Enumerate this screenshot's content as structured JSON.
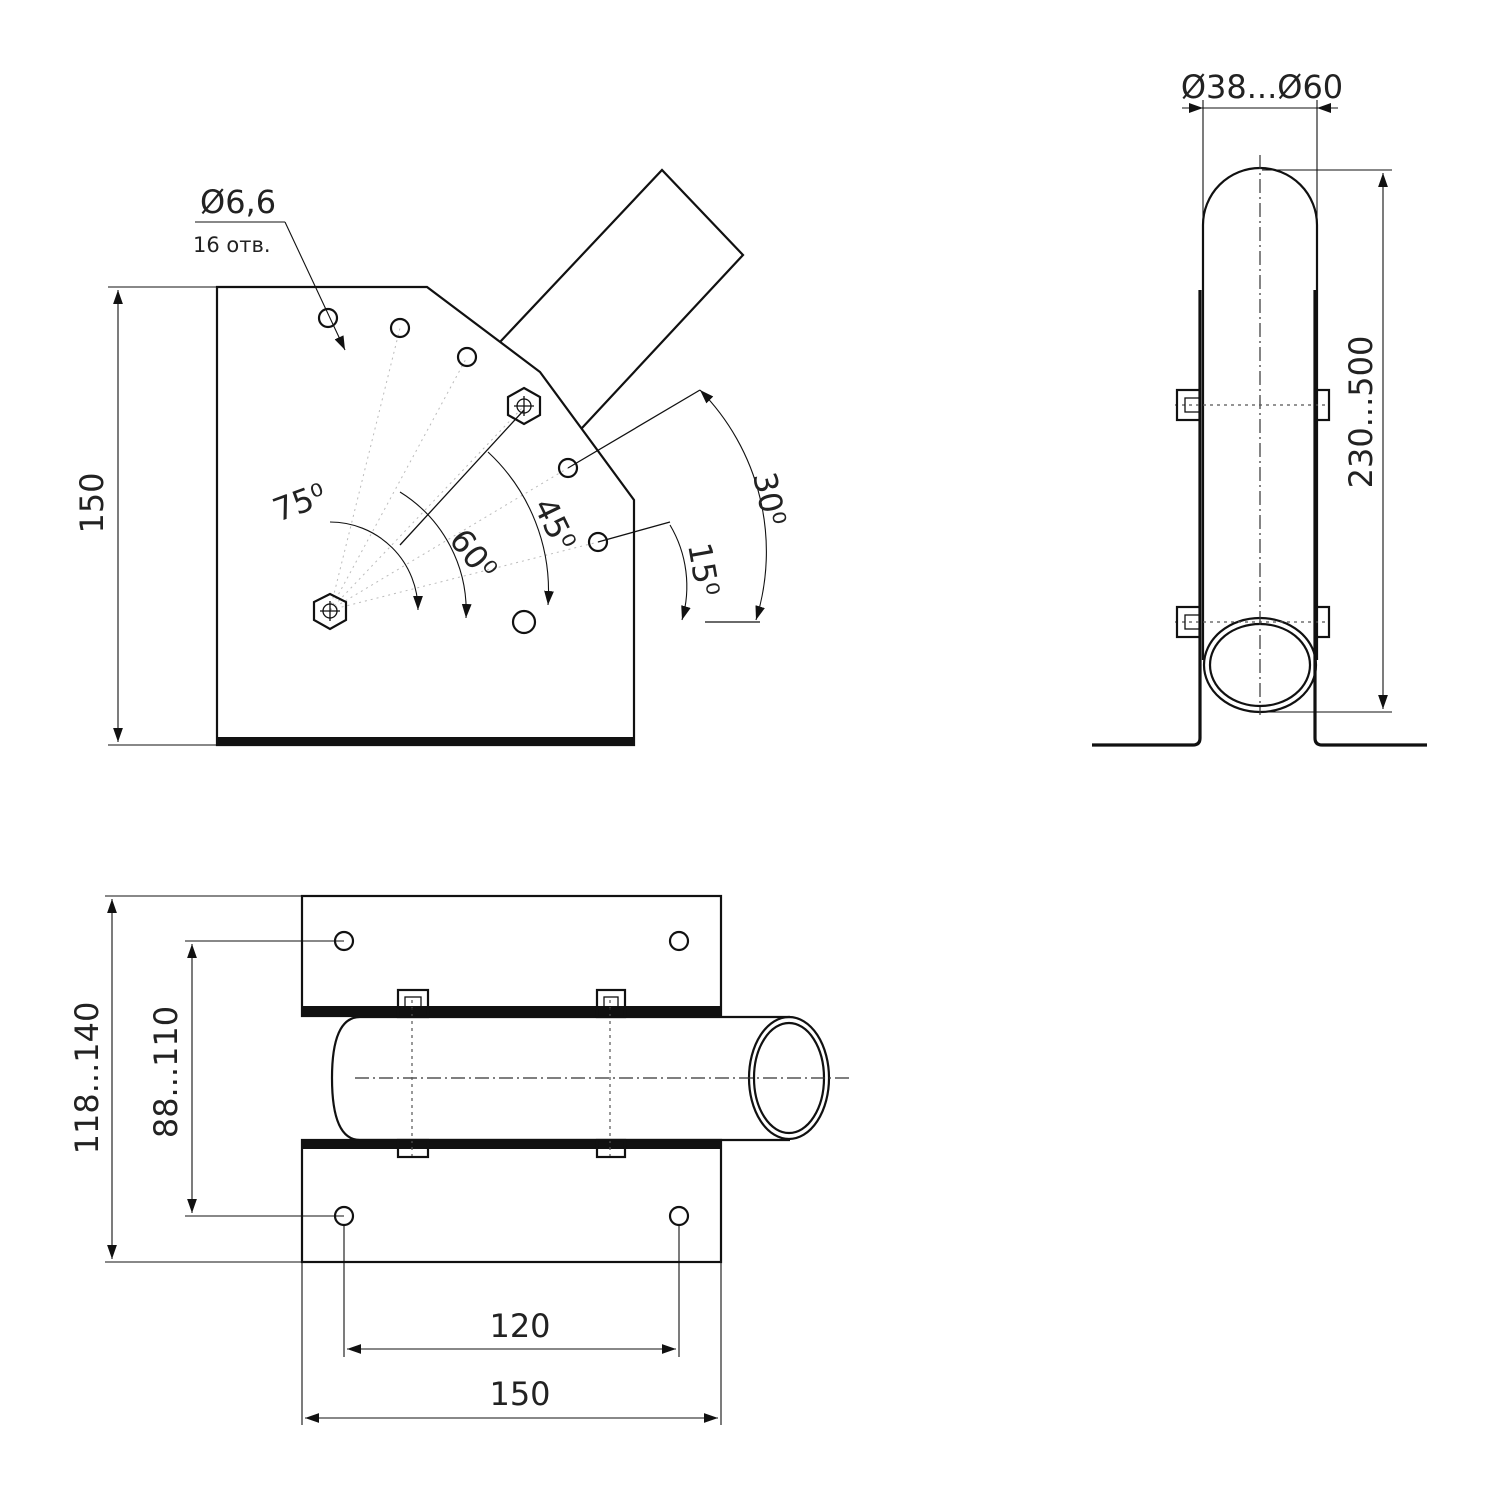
{
  "front_view": {
    "hole_diameter": "Ø6,6",
    "hole_count": "16 отв.",
    "height": "150",
    "angles": [
      "75⁰",
      "60⁰",
      "45⁰",
      "30⁰",
      "15⁰"
    ]
  },
  "side_view": {
    "pipe_diameter": "Ø38...Ø60",
    "pipe_length": "230...500"
  },
  "top_view": {
    "overall_width": "118...140",
    "hole_spacing_width": "88...110",
    "hole_spacing_length": "120",
    "overall_length": "150"
  }
}
